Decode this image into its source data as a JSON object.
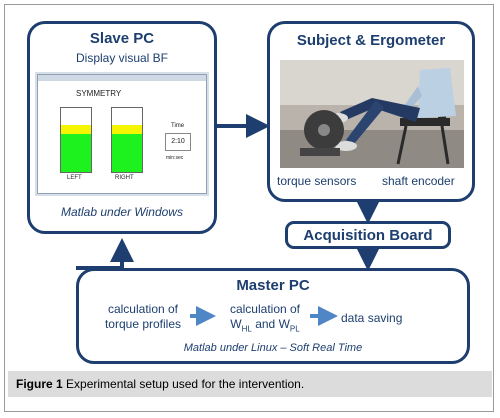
{
  "slave_pc": {
    "title": "Slave PC",
    "subtitle": "Display visual BF",
    "footer": "Matlab under Windows",
    "screen": {
      "heading": "SYMMETRY",
      "left_label": "LEFT",
      "right_label": "RIGHT",
      "time_label": "Time",
      "time_value": "2:10",
      "time_unit": "min:sec"
    }
  },
  "subject": {
    "title": "Subject & Ergometer",
    "label_left": "torque sensors",
    "label_right": "shaft encoder"
  },
  "acquisition": {
    "label": "Acquisition Board"
  },
  "master_pc": {
    "title": "Master PC",
    "step1_line1": "calculation of",
    "step1_line2": "torque profiles",
    "step2_line1": "calculation of",
    "step2_w1": "W",
    "step2_sub1": "HL",
    "step2_and": "and",
    "step2_w2": "W",
    "step2_sub2": "PL",
    "step3": "data saving",
    "footer": "Matlab under Linux – Soft Real Time"
  },
  "caption": {
    "bold": "Figure 1",
    "text": "Experimental setup used for the intervention."
  },
  "colors": {
    "box_border": "#1d3e6e",
    "text": "#1d3e6e",
    "meter_green": "#1ef21e",
    "meter_yellow": "#f5f500",
    "flow_arrow": "#4f86c6"
  }
}
